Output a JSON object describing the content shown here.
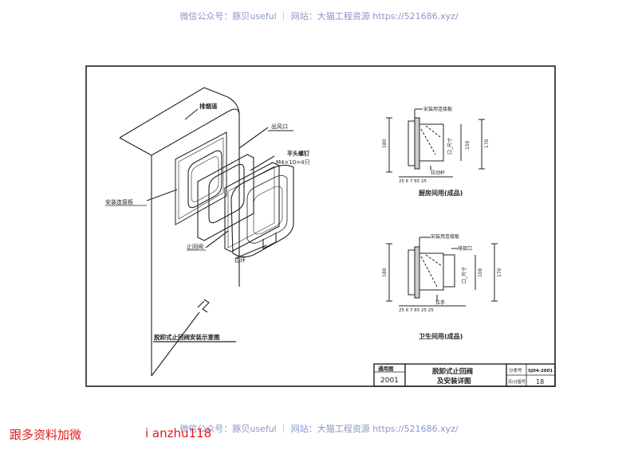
{
  "watermark": {
    "text": "微信公众号：豚贝useful ｜ 网站：大猫工程资源 https://521686.xyz/"
  },
  "promo": {
    "left": "跟多资料加微",
    "right": "i anzhu118"
  },
  "iso_view": {
    "labels": {
      "shaft": "排烟道",
      "connector_plate": "安装连接板",
      "outlet": "出风口",
      "screws": "平头螺钉",
      "screw_spec": "M4×10=4只",
      "check_valve": "止回阀",
      "handle": "拉环"
    },
    "caption": "脱卸式止回阀安装示意图"
  },
  "kitchen_detail": {
    "label_plate": "安装用连接板",
    "label_handle": "拉动杆",
    "label_size": "口_尺寸",
    "dims": {
      "height_left": "180",
      "inner": "150",
      "height_right": "170",
      "bottom": "25 6 7   65   25"
    },
    "caption": "厨房间用(成品)"
  },
  "bathroom_detail": {
    "label_plate": "安装用连接板",
    "label_outlet": "排接口",
    "label_handle": "拉手",
    "label_size": "口_尺寸",
    "dims": {
      "height_left": "180",
      "inner": "100",
      "height_right": "170",
      "bottom": "25 6 7   65   25 25"
    },
    "caption": "卫生间用(成品)"
  },
  "title_block": {
    "scope_label": "通用图",
    "year": "2001",
    "title_line1": "脱卸式止回阀",
    "title_line2": "及安装详图",
    "set_label": "分类号",
    "set_no": "SJ04-2001",
    "page_label": "页(分图号)",
    "page_no": "18"
  }
}
